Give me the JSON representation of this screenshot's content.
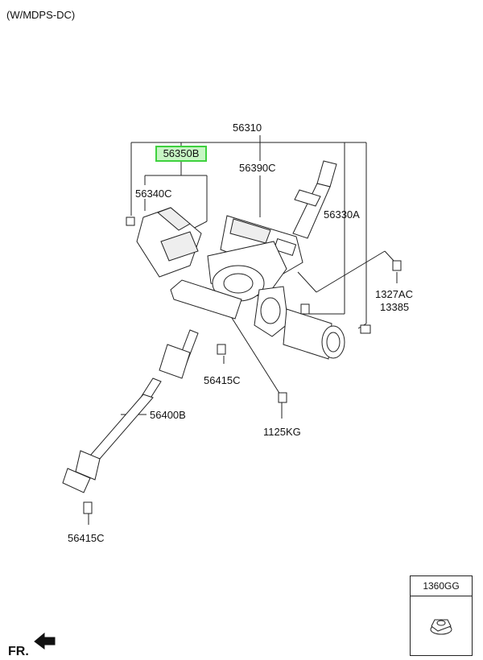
{
  "variant_note": "(W/MDPS-DC)",
  "callouts": {
    "c56310": "56310",
    "c56350B": "56350B",
    "c56390C": "56390C",
    "c56340C": "56340C",
    "c56330A": "56330A",
    "c1327AC": "1327AC",
    "c13385": "13385",
    "c56415C_top": "56415C",
    "c56400B": "56400B",
    "c1125KG": "1125KG",
    "c56415C_bottom": "56415C"
  },
  "legend": {
    "part": "1360GG"
  },
  "front_marker": "FR.",
  "highlight_color": "#3ed13e"
}
